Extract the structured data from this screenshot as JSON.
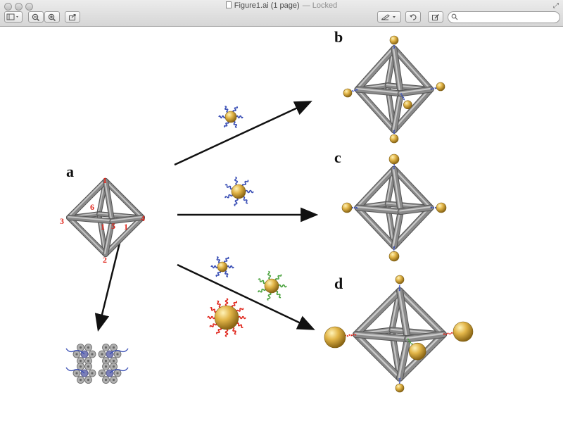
{
  "window": {
    "title": "Figure1.ai (1 page)",
    "status": "— Locked"
  },
  "toolbar": {
    "search_placeholder": "",
    "buttons": [
      {
        "icon": "sidebar-icon"
      },
      {
        "icon": "zoom-out-icon"
      },
      {
        "icon": "zoom-in-icon"
      },
      {
        "icon": "share-icon"
      },
      {
        "icon": "annotate-icon"
      },
      {
        "icon": "rotate-icon"
      },
      {
        "icon": "edit-icon"
      }
    ]
  },
  "figure": {
    "panel_labels": {
      "a": "a",
      "b": "b",
      "c": "c",
      "d": "d"
    },
    "vertex_labels": [
      "1",
      "2",
      "3",
      "4",
      "5",
      "6",
      "1",
      "1"
    ],
    "colors": {
      "rod": "#8a8a8a",
      "gold": "#d7a93b",
      "dna_blue": "#3a4fb5",
      "dna_green": "#4aa23e",
      "dna_red": "#e0261c",
      "vertex_label": "#e0261c",
      "arrow": "#111111"
    }
  }
}
